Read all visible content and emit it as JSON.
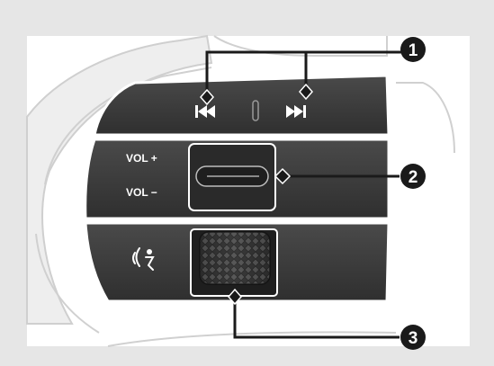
{
  "controls": {
    "prev_track_icon": "skip-back-icon",
    "next_track_icon": "skip-forward-icon",
    "vol_up_label": "VOL +",
    "vol_down_label": "VOL −",
    "voice_icon": "voice-command-icon",
    "thumbwheel": "thumbwheel"
  },
  "callouts": [
    {
      "id": "1",
      "label": "1"
    },
    {
      "id": "2",
      "label": "2"
    },
    {
      "id": "3",
      "label": "3"
    }
  ],
  "colors": {
    "background": "#e6e6e6",
    "frame": "#ffffff",
    "panel": "#3a3a3a",
    "callout": "#1a1a1a"
  }
}
